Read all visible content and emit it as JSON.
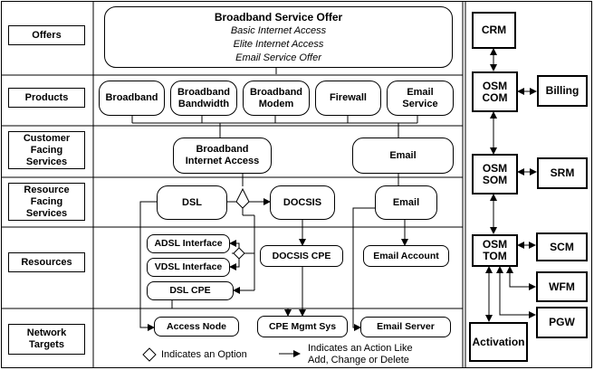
{
  "rows": [
    "Offers",
    "Products",
    "Customer Facing Services",
    "Resource Facing Services",
    "Resources",
    "Network Targets"
  ],
  "offer": {
    "title": "Broadband Service Offer",
    "items": [
      "Basic Internet Access",
      "Elite Internet Access",
      "Email Service Offer"
    ]
  },
  "products": [
    "Broadband",
    "Broadband Bandwidth",
    "Broadband Modem",
    "Firewall",
    "Email Service"
  ],
  "cfs": [
    "Broadband Internet Access",
    "Email"
  ],
  "rfs": [
    "DSL",
    "DOCSIS",
    "Email"
  ],
  "resources": [
    "ADSL Interface",
    "VDSL Interface",
    "DSL CPE",
    "DOCSIS CPE",
    "Email Account"
  ],
  "targets": [
    "Access Node",
    "CPE Mgmt Sys",
    "Email Server"
  ],
  "legend": {
    "option": "Indicates an Option",
    "action": "Indicates an Action Like Add, Change or Delete"
  },
  "systems": [
    "CRM",
    "OSM COM",
    "Billing",
    "OSM SOM",
    "SRM",
    "OSM TOM",
    "SCM",
    "WFM",
    "PGW",
    "Activation"
  ]
}
